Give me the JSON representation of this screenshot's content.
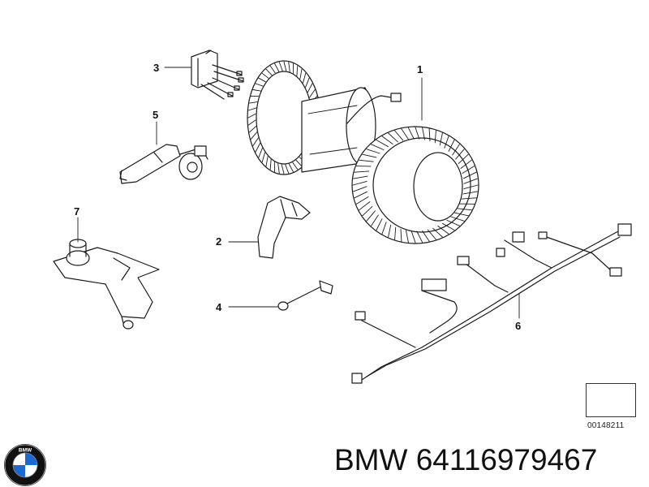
{
  "callouts": [
    {
      "id": "1",
      "label": "1"
    },
    {
      "id": "2",
      "label": "2"
    },
    {
      "id": "3",
      "label": "3"
    },
    {
      "id": "4",
      "label": "4"
    },
    {
      "id": "5",
      "label": "5"
    },
    {
      "id": "6",
      "label": "6"
    },
    {
      "id": "7",
      "label": "7"
    }
  ],
  "diagram_ref": "00148211",
  "part_label": "BMW 64116979467",
  "logo_text": "BMW",
  "colors": {
    "line": "#1a1a1a",
    "brand_blue": "#1c69d4",
    "logo_ring": "#111111"
  }
}
